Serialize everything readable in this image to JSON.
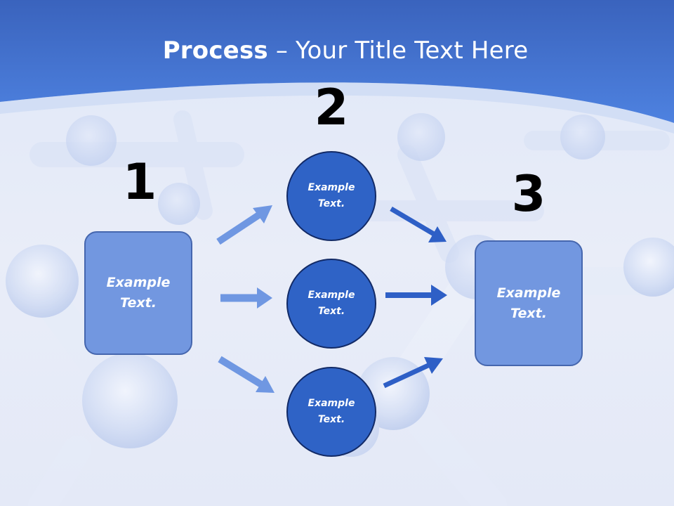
{
  "slide": {
    "title_bold": "Process",
    "title_rest": " – Your Title Text Here",
    "steps": {
      "one": "1",
      "two": "2",
      "three": "3"
    },
    "left_box": "Example Text.",
    "right_box": "Example Text.",
    "circles": [
      "Example Text.",
      "Example Text.",
      "Example Text."
    ]
  },
  "colors": {
    "header_blue": "#3b6fd2",
    "box_fill": "#7297e0",
    "circle_fill": "#2f63c6",
    "arrow_light": "#6f97e2",
    "arrow_dark": "#2e5fc6"
  }
}
